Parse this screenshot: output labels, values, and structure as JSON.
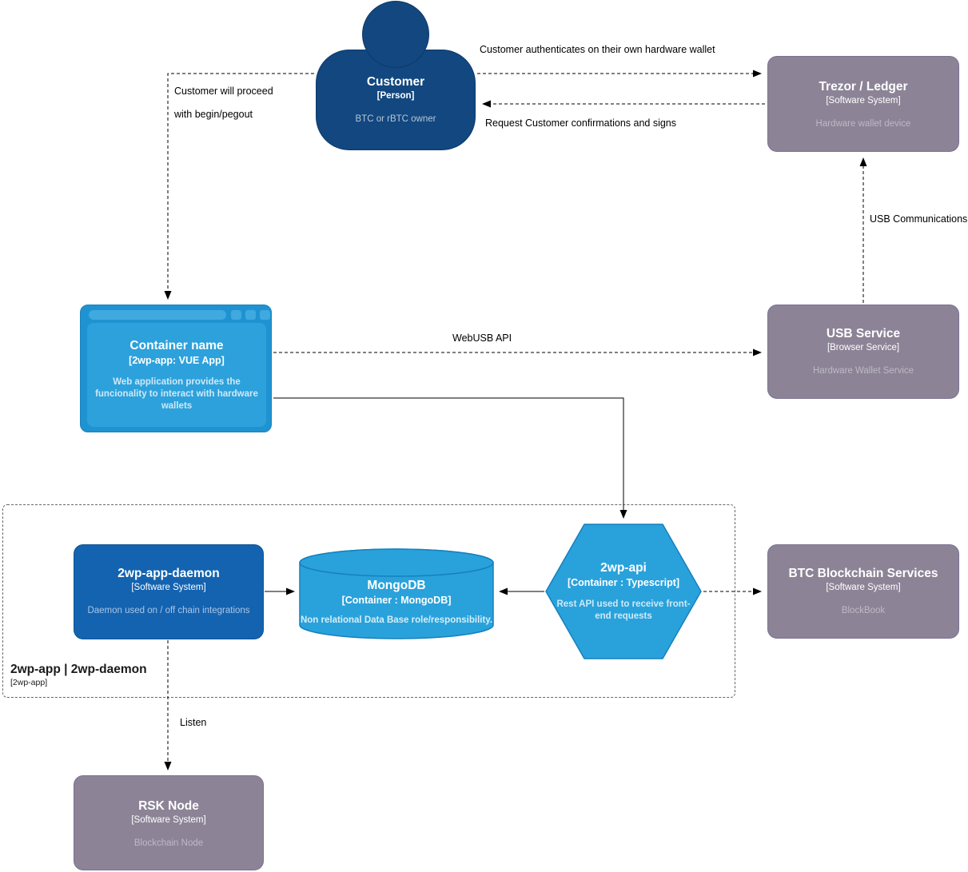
{
  "diagram": {
    "nodes": {
      "customer": {
        "title": "Customer",
        "type": "[Person]",
        "desc": "BTC or rBTC owner"
      },
      "trezor": {
        "title": "Trezor / Ledger",
        "type": "[Software System]",
        "desc": "Hardware wallet device"
      },
      "webapp": {
        "title": "Container name",
        "type": "[2wp-app: VUE App]",
        "desc": "Web application provides the funcionality to interact with hardware wallets"
      },
      "usb": {
        "title": "USB Service",
        "type": "[Browser Service]",
        "desc": "Hardware Wallet Service"
      },
      "daemon": {
        "title": "2wp-app-daemon",
        "type": "[Software System]",
        "desc": "Daemon used on / off chain integrations"
      },
      "mongo": {
        "title": "MongoDB",
        "type": "[Container : MongoDB]",
        "desc": "Non relational Data Base role/responsibility."
      },
      "api": {
        "title": "2wp-api",
        "type": "[Container : Typescript]",
        "desc": "Rest API used to receive front-end requests"
      },
      "btc": {
        "title": "BTC Blockchain Services",
        "type": "[Software System]",
        "desc": "BlockBook"
      },
      "rsk": {
        "title": "RSK Node",
        "type": "[Software System]",
        "desc": "Blockchain Node"
      }
    },
    "boundary": {
      "title": "2wp-app | 2wp-daemon",
      "type": "[2wp-app]"
    },
    "edges": {
      "auth": {
        "label": "Customer authenticates on their own hardware wallet",
        "style": "dashed",
        "from": "customer",
        "to": "trezor"
      },
      "confirm": {
        "label": "Request Customer confirmations and signs",
        "style": "dashed",
        "from": "trezor",
        "to": "customer"
      },
      "proceed": {
        "line1": "Customer will proceed",
        "line2": "with begin/pegout",
        "style": "dashed",
        "from": "customer",
        "to": "webapp"
      },
      "webusb": {
        "label": "WebUSB API",
        "style": "dashed",
        "from": "webapp",
        "to": "usb"
      },
      "usbcomm": {
        "label": "USB Communications",
        "style": "dashed",
        "from": "usb",
        "to": "trezor"
      },
      "appapi": {
        "label": "",
        "style": "solid",
        "from": "webapp",
        "to": "api"
      },
      "daemonmongo": {
        "label": "",
        "style": "solid",
        "from": "daemon",
        "to": "mongo"
      },
      "apimongo": {
        "label": "",
        "style": "solid",
        "from": "api",
        "to": "mongo"
      },
      "apibtc": {
        "label": "",
        "style": "dashed",
        "from": "api",
        "to": "btc"
      },
      "listen": {
        "label": "Listen",
        "style": "dashed",
        "from": "daemon",
        "to": "rsk"
      }
    },
    "colors": {
      "person": "#12477f",
      "external_system": "#8c8496",
      "container_blue": "#2da1db",
      "daemon_blue": "#1463b0",
      "edge": "#000000",
      "boundary_border": "#666666"
    }
  }
}
